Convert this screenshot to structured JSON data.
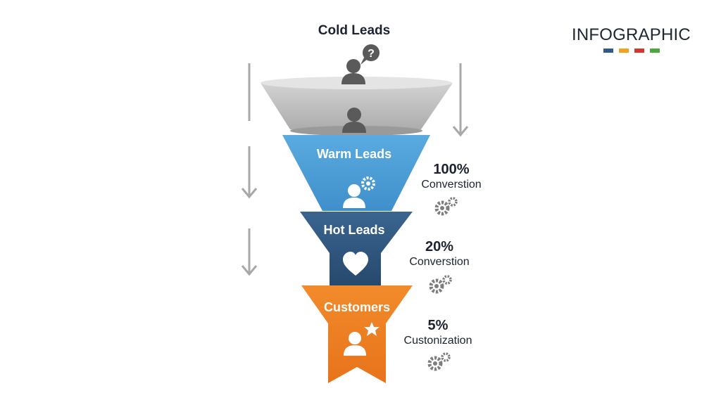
{
  "brand": {
    "title": "INFOGRAPHIC",
    "dot_colors": [
      "#2f5b8c",
      "#f3a21b",
      "#d9342b",
      "#4aa83e"
    ]
  },
  "stages": [
    {
      "label": "Cold Leads",
      "color": "#b9b9b9",
      "icon": "person-question-icon"
    },
    {
      "label": "Warm Leads",
      "color": "#4a9dd6",
      "icon": "person-gear-icon"
    },
    {
      "label": "Hot Leads",
      "color": "#2e5479",
      "icon": "heart-icon"
    },
    {
      "label": "Customers",
      "color": "#ee7d21",
      "icon": "person-star-icon"
    }
  ],
  "stats": [
    {
      "value": "100%",
      "label": "Converstion",
      "icon": "gears-icon"
    },
    {
      "value": "20%",
      "label": "Converstion",
      "icon": "gears-icon"
    },
    {
      "value": "5%",
      "label": "Custonization",
      "icon": "gears-icon"
    }
  ],
  "colors": {
    "arrow": "#a8a8a8",
    "icon_dark": "#5a5a5a",
    "icon_light": "#ffffff",
    "gear": "#7d7d7d"
  }
}
